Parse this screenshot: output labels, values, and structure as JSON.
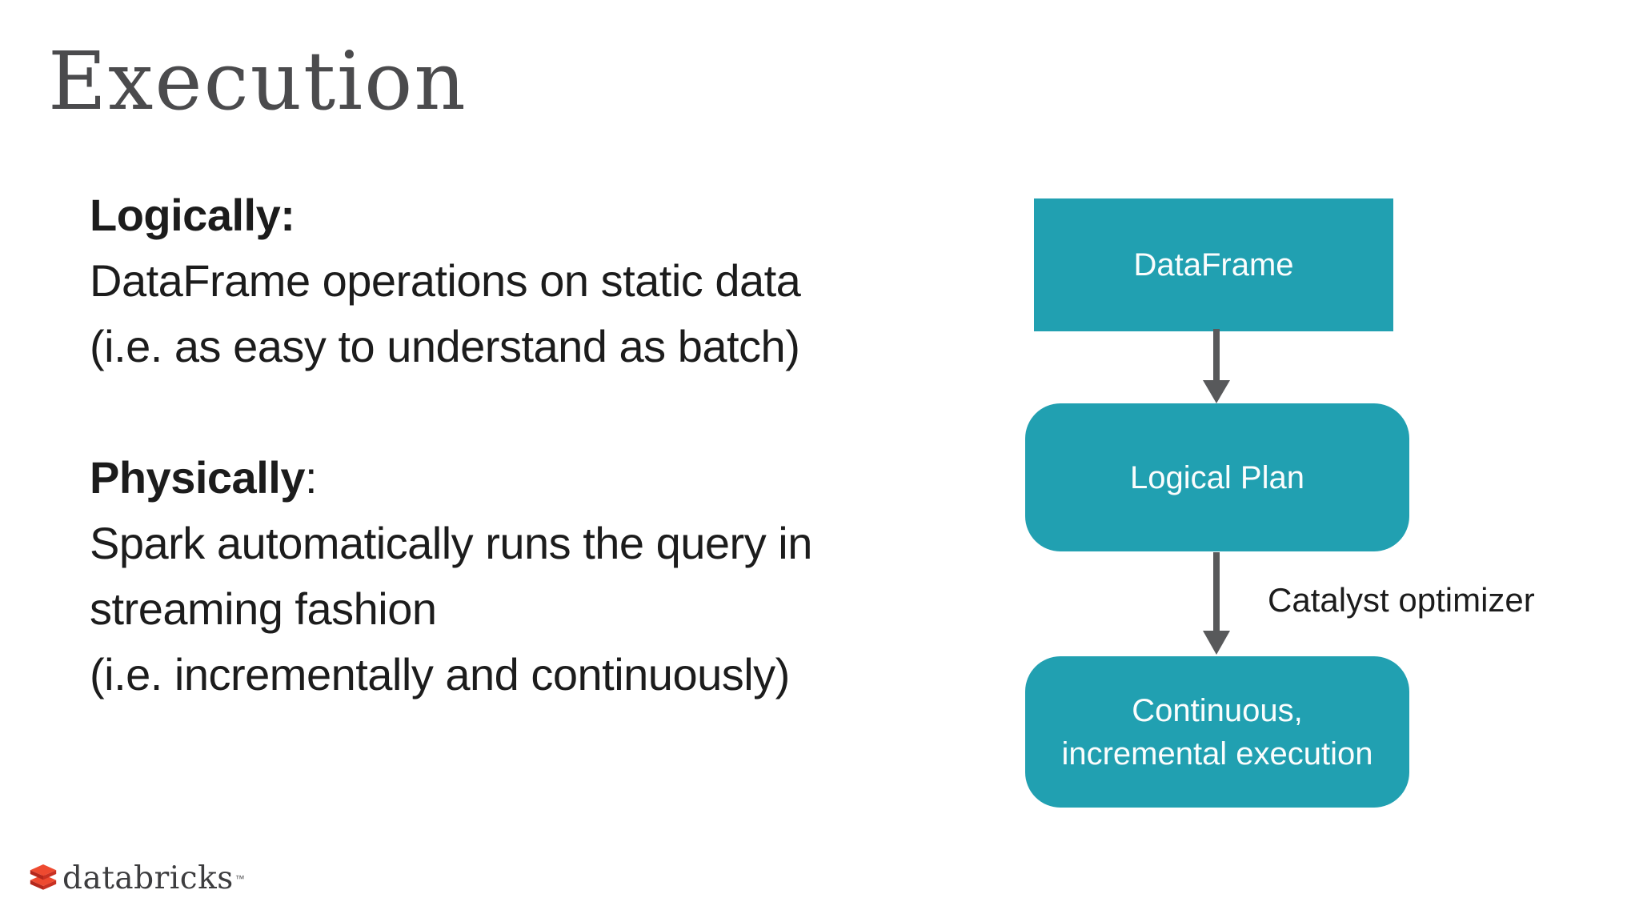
{
  "slide": {
    "title": "Execution",
    "sections": [
      {
        "heading": "Logically:",
        "heading_suffix": "",
        "lines": [
          "DataFrame operations on static data",
          "(i.e. as easy to understand as batch)"
        ]
      },
      {
        "heading": "Physically",
        "heading_suffix": ":",
        "lines": [
          "Spark automatically runs the query in",
          "streaming fashion",
          "(i.e. incrementally and continuously)"
        ]
      }
    ]
  },
  "diagram": {
    "nodes": [
      {
        "label": "DataFrame"
      },
      {
        "label": "Logical Plan"
      },
      {
        "lines": [
          "Continuous,",
          "incremental execution"
        ]
      }
    ],
    "arrow_label": "Catalyst optimizer",
    "colors": {
      "node_fill": "#21a0b1",
      "node_text": "#ffffff",
      "arrow": "#58595b"
    }
  },
  "footer": {
    "brand": "databricks",
    "trademark": "™",
    "logo_colors": {
      "top_face": "#ee4a30",
      "side_face": "#b5281c"
    }
  }
}
